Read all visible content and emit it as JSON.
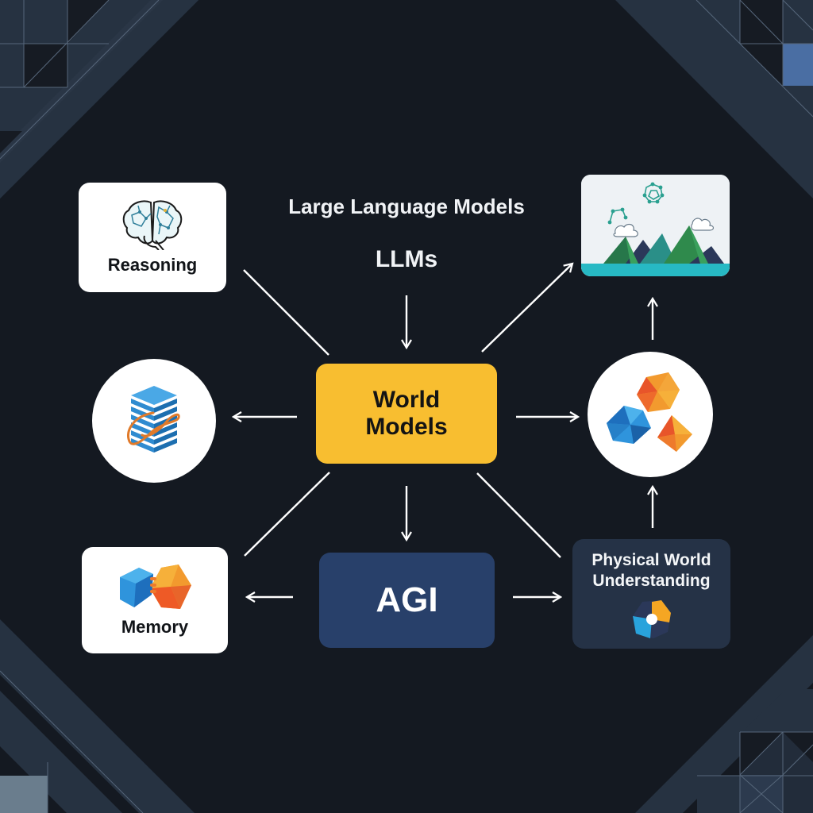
{
  "diagram": {
    "title": "Large Language Models",
    "subtitle": "LLMs",
    "central_node": {
      "label_line1": "World",
      "label_line2": "Models",
      "color": "#f8be30"
    },
    "nodes": [
      {
        "id": "reasoning",
        "label": "Reasoning",
        "icon": "brain-network-icon",
        "shape": "rounded-card",
        "color": "#ffffff"
      },
      {
        "id": "landscape",
        "label": "",
        "icon": "landscape-molecule-icon",
        "shape": "rounded-card",
        "color": "#eef2f5"
      },
      {
        "id": "database",
        "label": "",
        "icon": "database-stack-icon",
        "shape": "circle",
        "color": "#ffffff"
      },
      {
        "id": "polyhedra",
        "label": "",
        "icon": "polyhedra-icon",
        "shape": "circle",
        "color": "#ffffff"
      },
      {
        "id": "memory",
        "label": "Memory",
        "icon": "interlocking-shapes-icon",
        "shape": "rounded-card",
        "color": "#ffffff"
      },
      {
        "id": "agi",
        "label": "AGI",
        "shape": "rounded-card",
        "color": "#28406a"
      },
      {
        "id": "physical",
        "label_line1": "Physical World",
        "label_line2": "Understanding",
        "icon": "segmented-orb-icon",
        "shape": "rounded-card",
        "color": "#253246"
      }
    ],
    "edges": [
      {
        "from": "llms",
        "to": "world-models",
        "arrow": true
      },
      {
        "from": "reasoning",
        "to": "world-models",
        "arrow": false
      },
      {
        "from": "world-models",
        "to": "landscape",
        "arrow": true
      },
      {
        "from": "world-models",
        "to": "database",
        "arrow": true
      },
      {
        "from": "world-models",
        "to": "polyhedra",
        "arrow": true
      },
      {
        "from": "world-models",
        "to": "memory",
        "arrow": false
      },
      {
        "from": "world-models",
        "to": "agi",
        "arrow": true
      },
      {
        "from": "world-models",
        "to": "physical",
        "arrow": false
      },
      {
        "from": "agi",
        "to": "memory",
        "arrow": true
      },
      {
        "from": "agi",
        "to": "physical",
        "arrow": true
      },
      {
        "from": "physical",
        "to": "polyhedra",
        "arrow": true
      },
      {
        "from": "polyhedra",
        "to": "landscape",
        "arrow": true
      }
    ]
  },
  "colors": {
    "background": "#141921",
    "band": "#263241",
    "accent_blue": "#4a6ea3",
    "arrow": "#ffffff"
  }
}
